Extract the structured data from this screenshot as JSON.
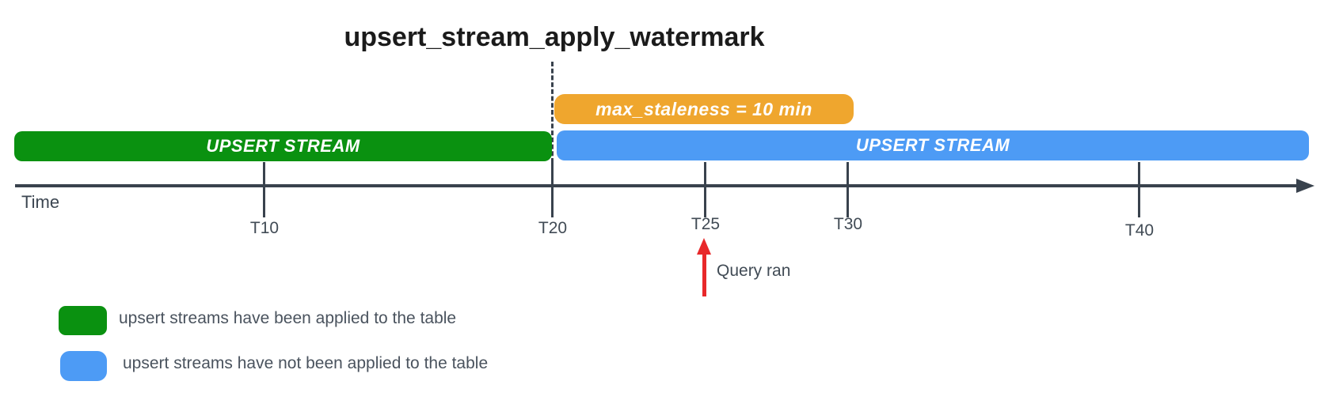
{
  "title": "upsert_stream_apply_watermark",
  "colors": {
    "green": "#0a9110",
    "blue": "#4d9bf5",
    "orange": "#efa62e",
    "red": "#e8282a",
    "axis": "#39424d"
  },
  "bars": {
    "applied_stream": {
      "label": "UPSERT STREAM"
    },
    "not_applied_stream": {
      "label": "UPSERT STREAM"
    },
    "staleness": {
      "label": "max_staleness = 10 min"
    }
  },
  "timeline": {
    "axis_label": "Time",
    "ticks": [
      {
        "label": "T10"
      },
      {
        "label": "T20"
      },
      {
        "label": "T25"
      },
      {
        "label": "T30"
      },
      {
        "label": "T40"
      }
    ]
  },
  "annotation": {
    "label": "Query ran"
  },
  "legend": {
    "items": [
      {
        "color": "#0a9110",
        "label": "upsert streams have been applied to the table"
      },
      {
        "color": "#4d9bf5",
        "label": "upsert streams have not been applied to the table"
      }
    ]
  }
}
